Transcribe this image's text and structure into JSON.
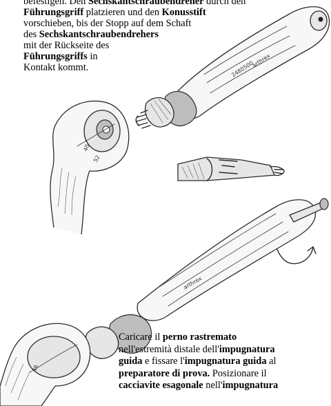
{
  "german_instructions": {
    "line1": {
      "a": "befestigen. Den ",
      "b": "Sechskantschraubendreher",
      "c": " durch den"
    },
    "line2": {
      "a": "Führungsgriff",
      "b": " platzieren und den ",
      "c": "Konusstift"
    },
    "line3": "vorschieben, bis der Stopp auf dem Schaft",
    "line4": {
      "a": "des ",
      "b": "Sechskantschraubendrehers"
    },
    "line5": "mit der Rückseite des",
    "line6": {
      "a": "Führungsgriffs",
      "b": " in"
    },
    "line7": "Kontakt kommt."
  },
  "italian_instructions": {
    "line1": {
      "a": "Caricare il ",
      "b": "perno rastremato"
    },
    "line2": {
      "a": "nell'estremità distale dell'",
      "b": "impugnatura"
    },
    "line3": {
      "a": "guida",
      "b": " e fissare l'",
      "c": "impugnatura guida",
      "d": " al"
    },
    "line4": {
      "a": "preparatore di prova.",
      "b": " Posizionare il"
    },
    "line5": {
      "a": "cacciavite esagonale",
      "b": " nell'",
      "c": "impugnatura"
    }
  },
  "illustrations": {
    "top_handle_engraving_model": "2480500",
    "top_handle_engraving_brand": "arthrex",
    "bottom_handle_engraving_brand": "arthrex",
    "trial_size_top": "40",
    "trial_size_top_secondary": "52",
    "trial_size_bottom": "46"
  }
}
